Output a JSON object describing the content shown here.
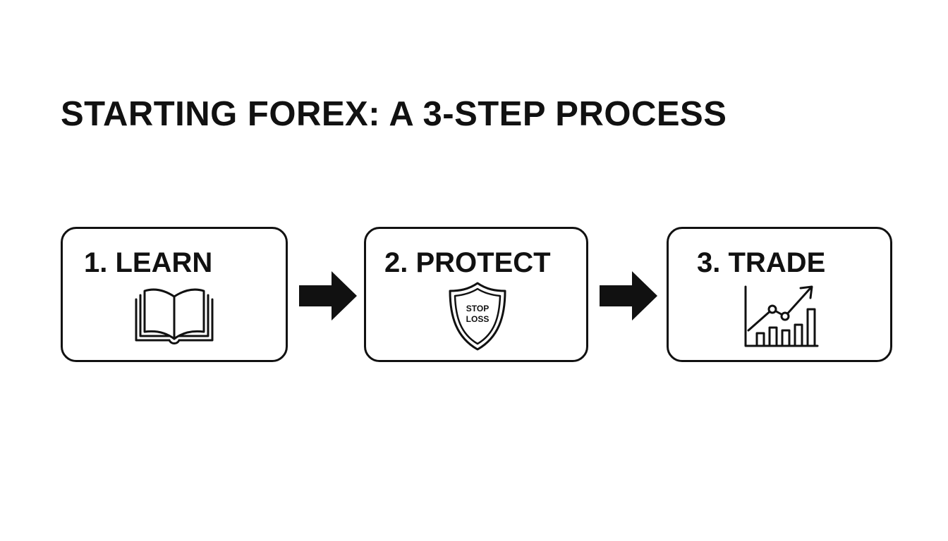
{
  "title": "STARTING FOREX: A 3-STEP PROCESS",
  "steps": [
    {
      "label": "1. LEARN",
      "icon": "open-book-icon"
    },
    {
      "label": "2. PROTECT",
      "icon": "shield-icon",
      "badge_line_1": "STOP",
      "badge_line_2": "LOSS"
    },
    {
      "label": "3. TRADE",
      "icon": "chart-trend-up-icon"
    }
  ],
  "connector_icon": "arrow-right-icon",
  "colors": {
    "ink": "#111111",
    "background": "#ffffff"
  }
}
